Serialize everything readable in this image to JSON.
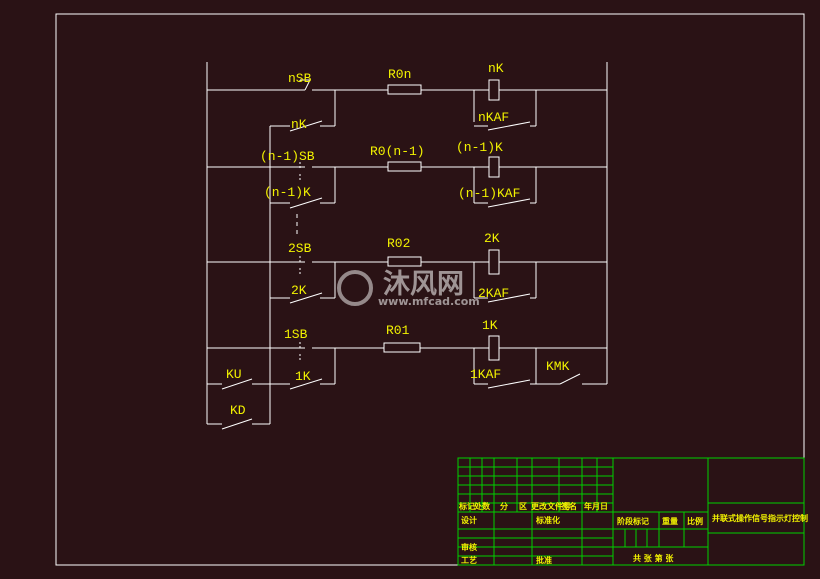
{
  "labels": {
    "nsb": "nSB",
    "ron": "R0n",
    "nk_coil": "nK",
    "nk_contact": "nK",
    "nkaf": "nKAF",
    "n1sb": "(n-1)SB",
    "ro_n1": "R0(n-1)",
    "n1k_coil": "(n-1)K",
    "n1k_contact": "(n-1)K",
    "n1kaf": "(n-1)KAF",
    "sb2": "2SB",
    "ro2": "R02",
    "k2_coil": "2K",
    "k2_contact": "2K",
    "kaf2": "2KAF",
    "sb1": "1SB",
    "ro1": "R01",
    "k1_coil": "1K",
    "k1_contact": "1K",
    "kaf1": "1KAF",
    "ku": "KU",
    "kd": "KD",
    "kmk": "KMK"
  },
  "title_block": {
    "row1": [
      "标记",
      "处数",
      "分",
      "区",
      "更改文件号",
      "签名",
      "年月日"
    ],
    "design": "设计",
    "standardization": "标准化",
    "stage_mark": "阶段标记",
    "weight": "重量",
    "scale": "比例",
    "review": "审核",
    "process": "工艺",
    "approve": "批准",
    "sheets": "共 张 第 张",
    "drawing_title": "并联式操作信号指示灯控制"
  },
  "watermark": {
    "brand": "沐风网",
    "url": "www.mfcad.com"
  },
  "colors": {
    "background": "#2a1215",
    "lines": "#ffffff",
    "labels": "#f2f200",
    "title_grid": "#00d000"
  }
}
